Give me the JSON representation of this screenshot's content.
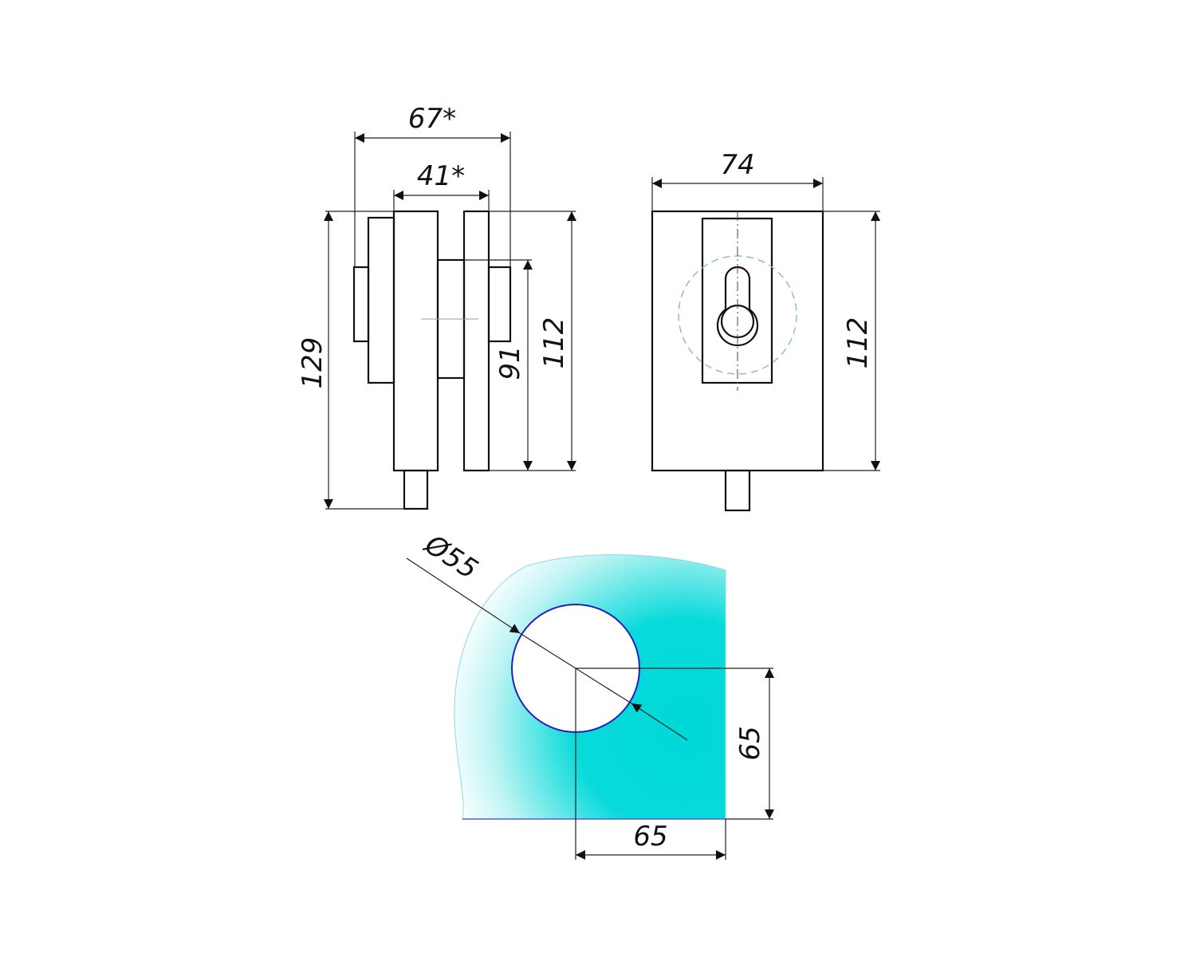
{
  "side_view": {
    "dim_overall_width": "67*",
    "dim_inner_width": "41*",
    "dim_total_height": "129",
    "dim_middle_height": "91",
    "dim_body_height": "112"
  },
  "front_view": {
    "dim_width": "74",
    "dim_height": "112"
  },
  "glass_cutout": {
    "dim_hole_diameter": "Ø55",
    "dim_vertical_offset": "65",
    "dim_horizontal_offset": "65",
    "glass_color": "#00d8d8",
    "hole_outline_color": "#2020c0"
  }
}
